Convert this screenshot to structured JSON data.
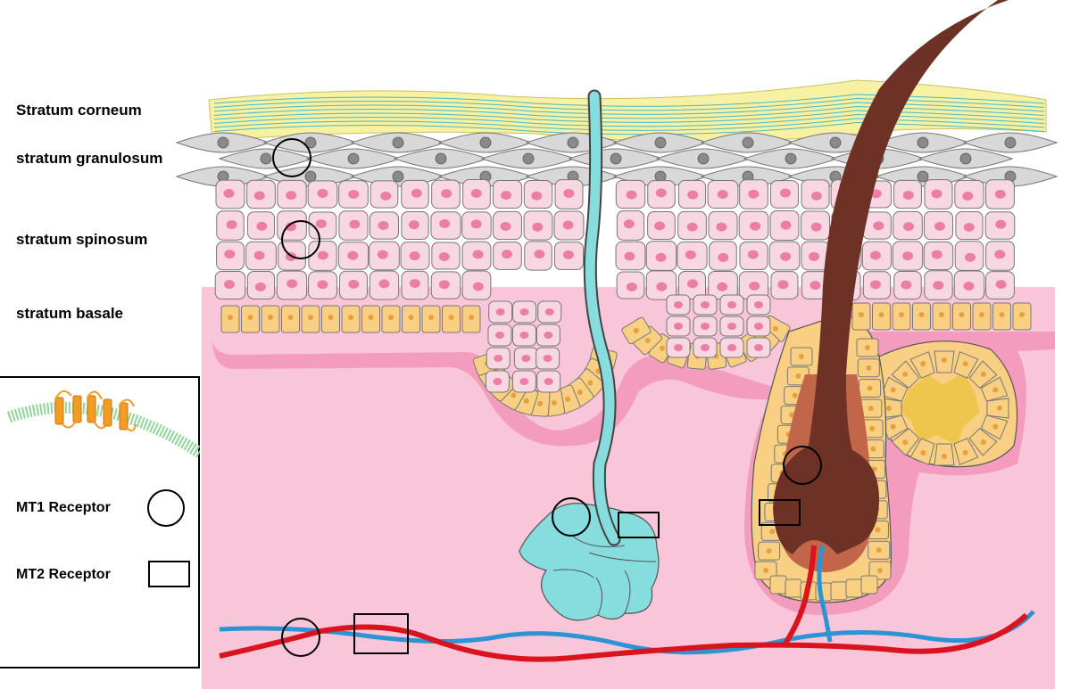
{
  "layers": {
    "corneum": "Stratum corneum",
    "granulosum": "stratum granulosum",
    "spinosum": "stratum spinosum",
    "basale": "stratum basale"
  },
  "legend": {
    "mt1": "MT1 Receptor",
    "mt2": "MT2 Receptor"
  },
  "colors": {
    "dermis": "#f9c5d8",
    "corneum": "#f7f1a3",
    "corneum_lines": "#4bb7c6",
    "granular_cell": "#d8d8d8",
    "spinous_cell": "#f6d7e2",
    "spinous_nucleus": "#ec7ea6",
    "basal_cell": "#f8cf83",
    "sweat_gland": "#87dcdd",
    "hair_shaft": "#6e3126",
    "sebaceous_center": "#efc64d",
    "artery": "#d9141e",
    "vein": "#2e93d3",
    "membrane": "#8fd59b",
    "receptor": "#f39c24"
  }
}
